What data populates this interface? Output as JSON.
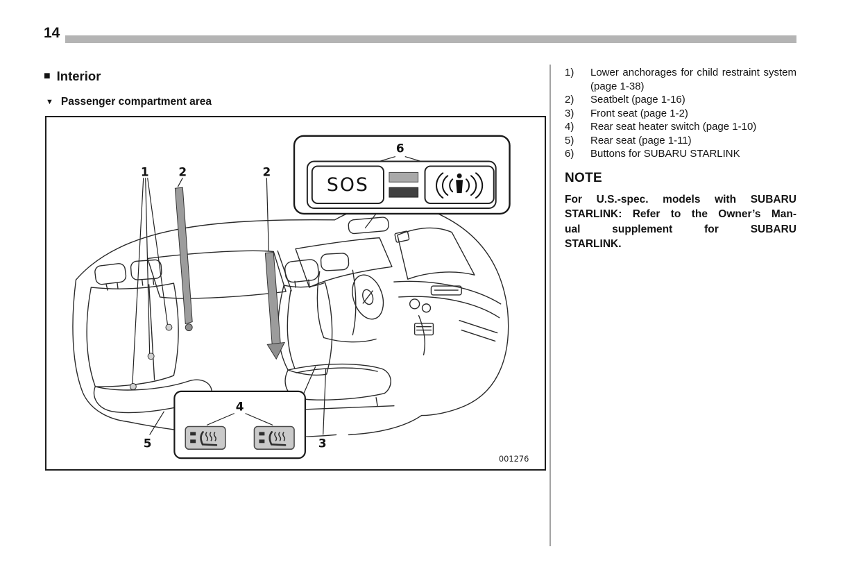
{
  "header": {
    "page_number": "14"
  },
  "left": {
    "section_title": "Interior",
    "subsection_title": "Passenger compartment area"
  },
  "icons": {
    "section_square": "■",
    "subsection_triangle": "▼",
    "starlink_info": "info-speaker-icon",
    "seat_heater": "seat-heat-icon"
  },
  "figure": {
    "code": "001276",
    "sos_label": "SOS",
    "labels": {
      "n1": "1",
      "n2a": "2",
      "n2b": "2",
      "n3": "3",
      "n4": "4",
      "n5": "5",
      "n6": "6"
    }
  },
  "sidebar": {
    "items": [
      {
        "num": "1)",
        "text": "Lower anchorages for child restraint system (page 1-38)"
      },
      {
        "num": "2)",
        "text": "Seatbelt (page 1-16)"
      },
      {
        "num": "3)",
        "text": "Front seat (page 1-2)"
      },
      {
        "num": "4)",
        "text": "Rear seat heater switch (page 1-10)"
      },
      {
        "num": "5)",
        "text": "Rear seat (page 1-11)"
      },
      {
        "num": "6)",
        "text": "Buttons for SUBARU STARLINK"
      }
    ],
    "note": {
      "title": "NOTE",
      "lines": [
        "For U.S.-spec. models with SUBARU",
        "STARLINK: Refer to the Owner’s Man-",
        "ual supplement for SUBARU",
        "STARLINK."
      ]
    }
  }
}
